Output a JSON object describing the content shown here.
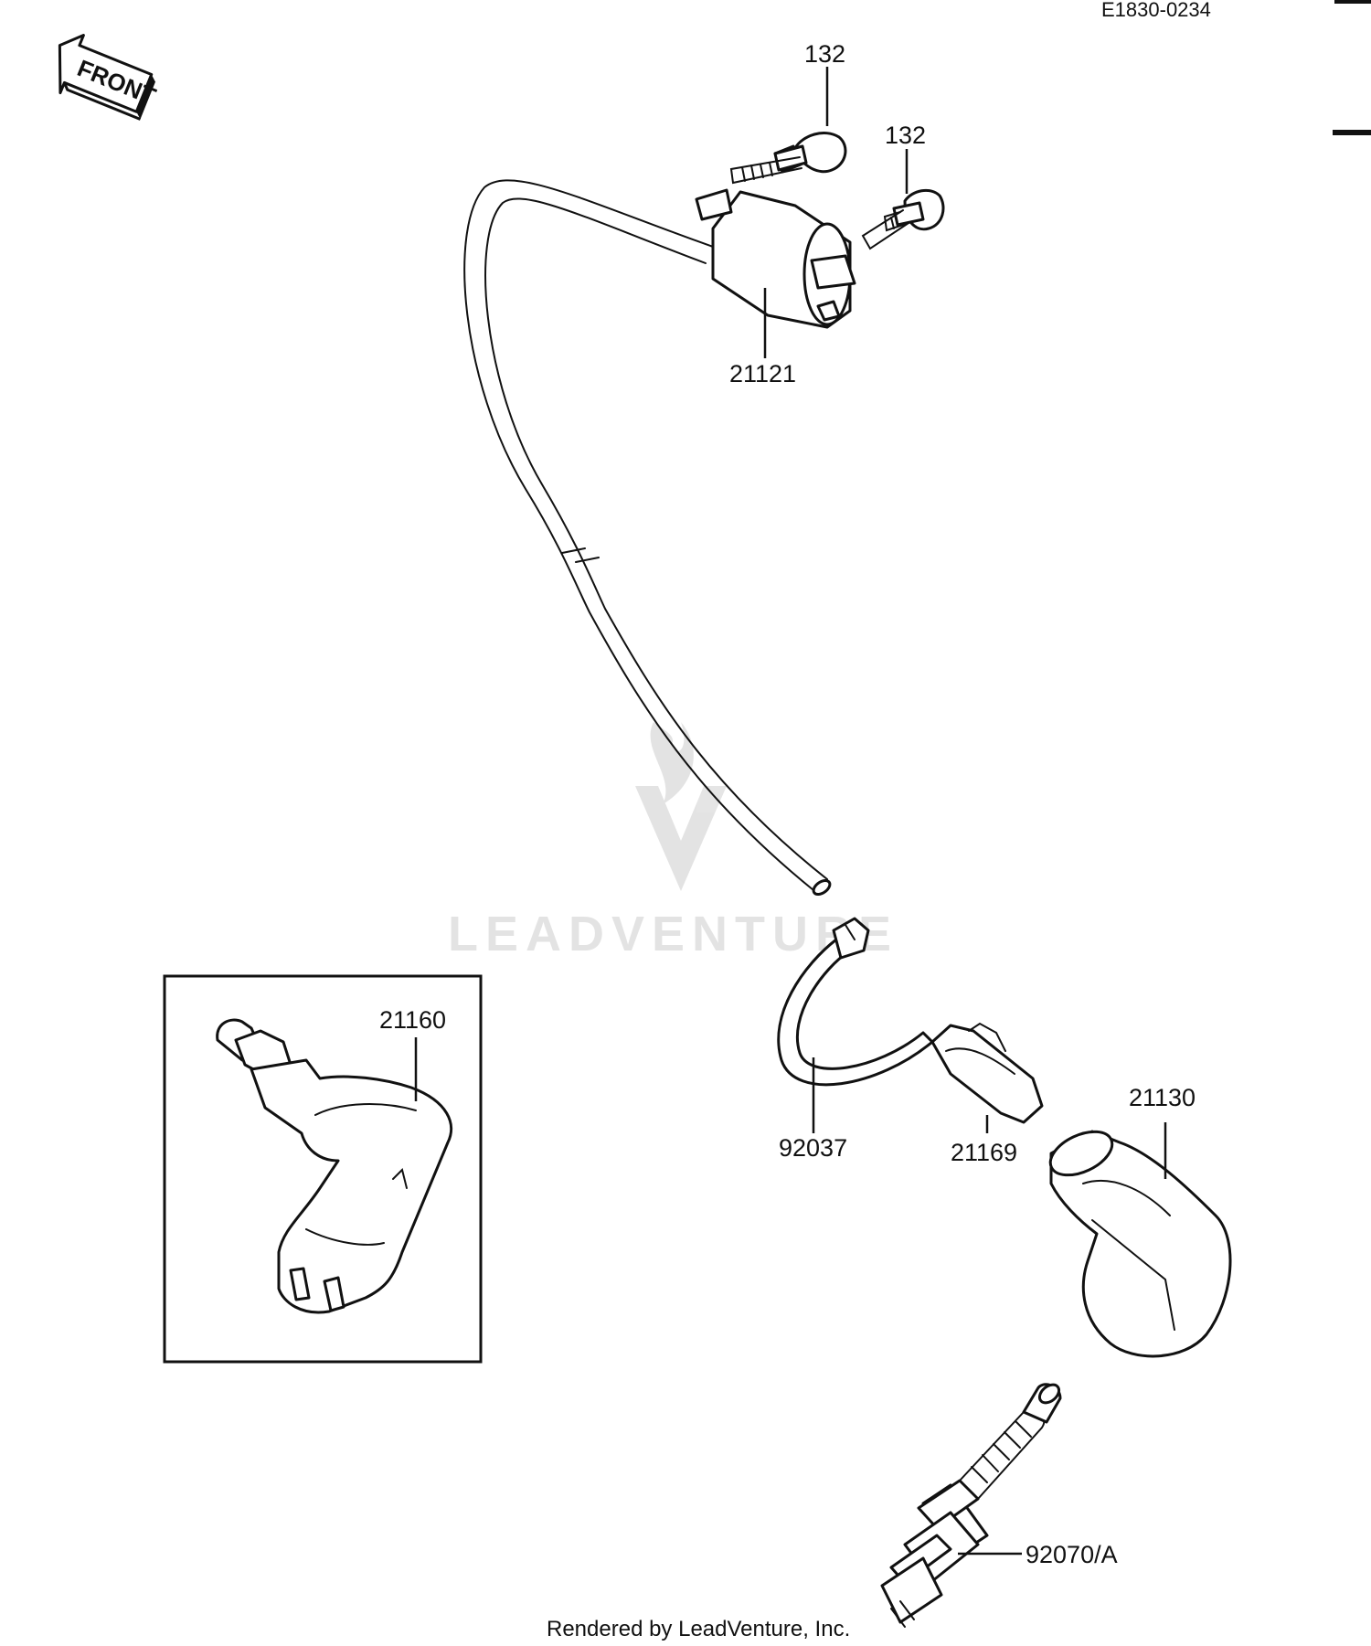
{
  "diagram": {
    "code": "E1830-0234",
    "front_label": "FRONT",
    "watermark": "LEADVENTURE",
    "footer": "Rendered by LeadVenture, Inc.",
    "parts": {
      "bolt_upper": "132",
      "bolt_lower": "132",
      "ignition_coil": "21121",
      "plug_cap_alt": "21160",
      "plug_cap": "21130",
      "clamp": "92037",
      "terminal": "21169",
      "spark_plug": "92070/A"
    }
  }
}
